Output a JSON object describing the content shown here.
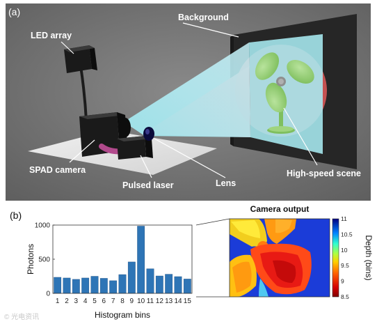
{
  "panel_a": {
    "letter": "(a)",
    "labels": {
      "background": "Background",
      "led_array": "LED array",
      "spad_camera": "SPAD camera",
      "pulsed_laser": "Pulsed laser",
      "lens": "Lens",
      "high_speed_scene": "High-speed scene"
    }
  },
  "panel_b": {
    "letter": "(b)",
    "camera_output_title": "Camera output",
    "colorbar": {
      "label": "Depth (bins)",
      "ticks": [
        "11",
        "10.5",
        "10",
        "9.5",
        "9",
        "8.5"
      ],
      "min": 8.5,
      "max": 11
    }
  },
  "chart_data": {
    "type": "bar",
    "categories": [
      "1",
      "2",
      "3",
      "4",
      "5",
      "6",
      "7",
      "8",
      "9",
      "10",
      "11",
      "12",
      "13",
      "14",
      "15"
    ],
    "values": [
      235,
      225,
      205,
      225,
      250,
      220,
      185,
      275,
      460,
      985,
      360,
      255,
      280,
      245,
      210
    ],
    "xlabel": "Histogram bins",
    "ylabel": "Photons",
    "ylim": [
      0,
      1000
    ],
    "yticks": [
      0,
      500,
      1000
    ],
    "bar_color": "#2e75b6"
  },
  "watermark": "© 光电资讯"
}
